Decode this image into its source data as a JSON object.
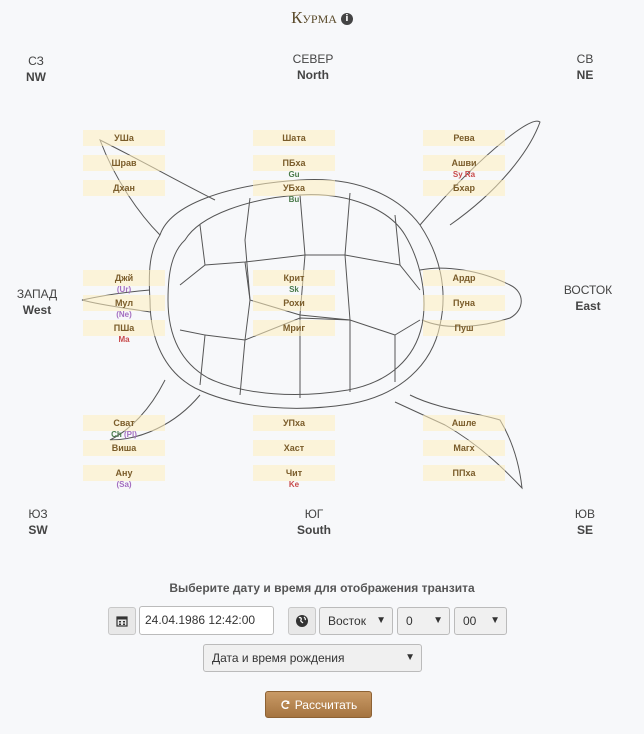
{
  "title": "Курма",
  "directions": {
    "nw": {
      "ru": "СЗ",
      "en": "NW"
    },
    "n": {
      "ru": "СЕВЕР",
      "en": "North"
    },
    "ne": {
      "ru": "СВ",
      "en": "NE"
    },
    "w": {
      "ru": "ЗАПАД",
      "en": "West"
    },
    "e": {
      "ru": "ВОСТОК",
      "en": "East"
    },
    "sw": {
      "ru": "ЮЗ",
      "en": "SW"
    },
    "s": {
      "ru": "ЮГ",
      "en": "South"
    },
    "se": {
      "ru": "ЮВ",
      "en": "SE"
    }
  },
  "nakshatras": {
    "usha": "УШа",
    "shrav": "Шрав",
    "dhan": "Дхан",
    "shata": "Шата",
    "pbha": "ПБха",
    "ubha": "УБха",
    "reva": "Рева",
    "ashvi": "Ашви",
    "bhar": "Бхар",
    "dzhy": "Джй",
    "mul": "Мул",
    "psha": "ПШа",
    "krit": "Крит",
    "rohi": "Рохи",
    "mrig": "Мриг",
    "ardr": "Ардр",
    "puna": "Пуна",
    "push": "Пуш",
    "svat": "Сват",
    "visha": "Виша",
    "anu": "Ану",
    "upha": "УПха",
    "hast": "Хаст",
    "chit": "Чит",
    "ashle": "Ашле",
    "magh": "Магх",
    "ppha": "ППха"
  },
  "planets": {
    "pbha": "Gu",
    "ubha": "Bu",
    "ashvi_sy": "Sy",
    "ashvi_ra": "Ra",
    "dzhy": "(Ur)",
    "mul": "(Ne)",
    "psha": "Ma",
    "krit": "Sk",
    "svat_ch": "Ch",
    "svat_pl": "(Pl)",
    "anu": "(Sa)",
    "chit": "Ke"
  },
  "colors": {
    "cell_bg": "#fff0c8",
    "cell_text": "#7a5c2a",
    "planet_green": "#4a7a4a",
    "planet_red": "#c84a4a",
    "planet_purple": "#a46fc0",
    "button": "#b07f4c"
  },
  "form": {
    "caption": "Выберите дату и время для отображения транзита",
    "calendar_icon": "calendar-icon",
    "datetime_value": "24.04.1986 12:42:00",
    "globe_icon": "globe-icon",
    "timezone_dir": "Восток",
    "timezone_hours": "0",
    "timezone_minutes": "00",
    "mode": "Дата и время рождения",
    "calc_label": "Рассчитать",
    "refresh_icon": "refresh-icon"
  }
}
